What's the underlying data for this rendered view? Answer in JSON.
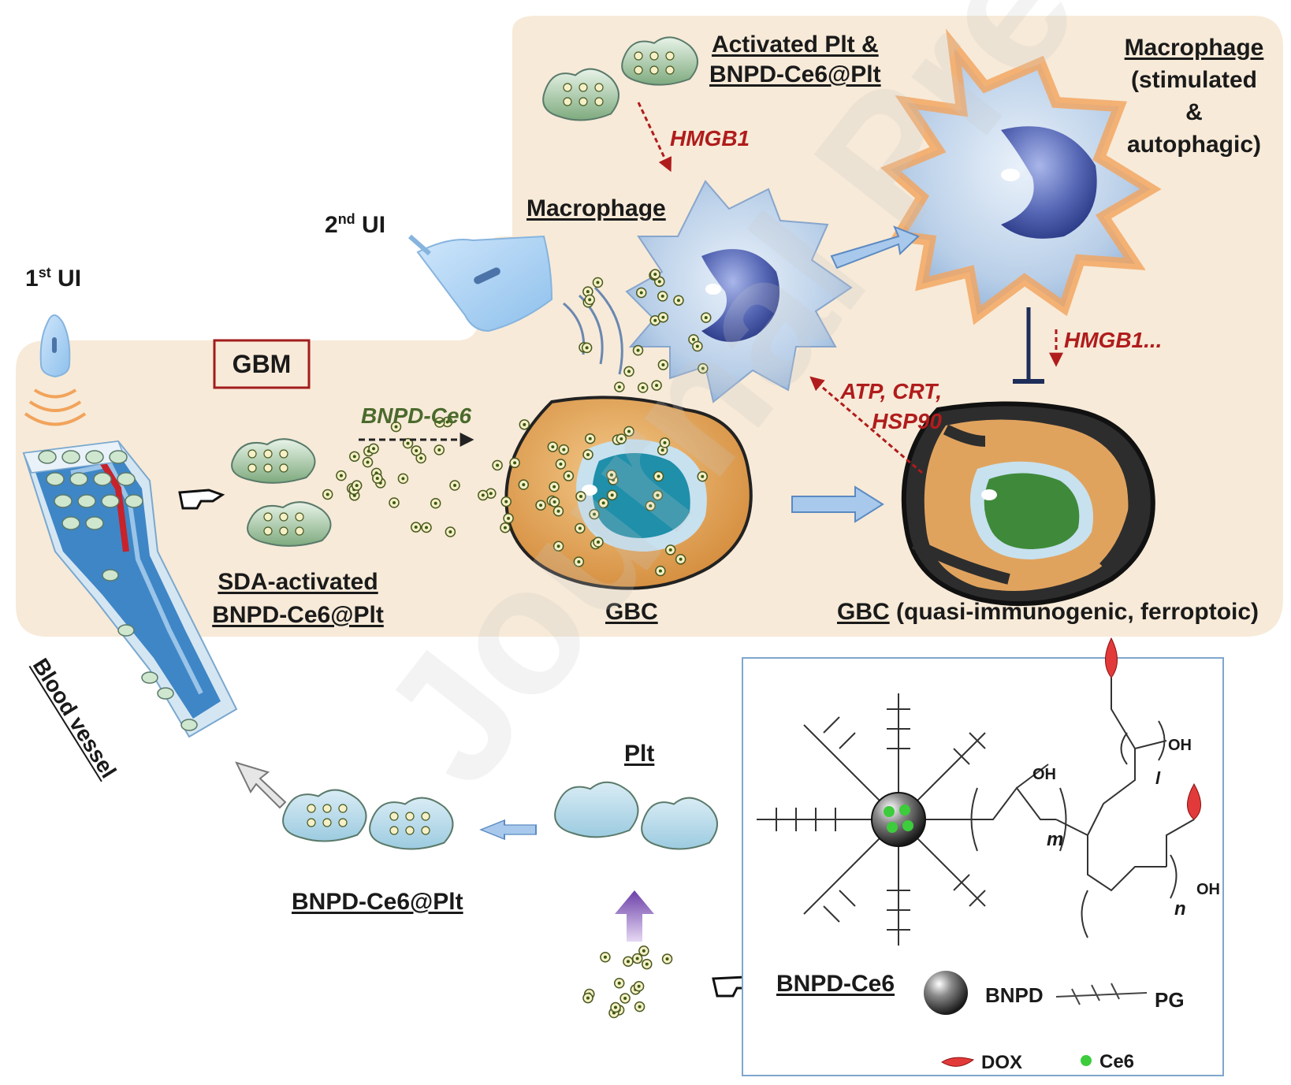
{
  "labels": {
    "activated_plt_line1": "Activated Plt &",
    "activated_plt_line2": "BNPD-Ce6@Plt",
    "macrophage_stim_line1": "Macrophage",
    "macrophage_stim_line2": "(stimulated",
    "macrophage_stim_line3": "&",
    "macrophage_stim_line4": "autophagic)",
    "hmgb1_top": "HMGB1",
    "macrophage": "Macrophage",
    "second_ui": "2",
    "second_ui_sup": "nd",
    "second_ui_tail": " UI",
    "first_ui": "1",
    "first_ui_sup": "st",
    "first_ui_tail": " UI",
    "gbm": "GBM",
    "hmgb1_right": "HMGB1...",
    "atp_line1": "ATP, CRT,",
    "atp_line2": "HSP90",
    "bnpd_ce6_arrow": "BNPD-Ce6",
    "sda_line1": "SDA-activated",
    "sda_line2": "BNPD-Ce6@Plt",
    "gbc": "GBC",
    "gbc_ferro_a": "GBC",
    "gbc_ferro_b": " (quasi-immunogenic, ferroptoic)",
    "blood_vessel": "Blood vessel",
    "plt": "Plt",
    "bnpd_ce6_plt_bottom": "BNPD-Ce6@Plt",
    "bnpd_ce6_legend": "BNPD-Ce6",
    "bnpd": "BNPD",
    "pg": "PG",
    "dox": "DOX",
    "ce6": "Ce6",
    "oh1": "OH",
    "oh2": "OH",
    "oh3": "OH",
    "sub_m": "m",
    "sub_n": "n",
    "sub_l": "l",
    "watermark": "Journal Pre-proof"
  },
  "colors": {
    "panel": "#f7ead8",
    "macrophage": "#b7cde6",
    "nucleus": "#5b6fb5",
    "gbc_body": "#e0a35e",
    "gbc_nucleus": "#1f8faa",
    "dead_nucleus": "#3f8a3a",
    "arrow_blue": "#a9c9ec",
    "red_text": "#b01c1c",
    "vessel": "#3f86c6",
    "dox": "#e23a3a",
    "ce6": "#3ccc3c"
  }
}
